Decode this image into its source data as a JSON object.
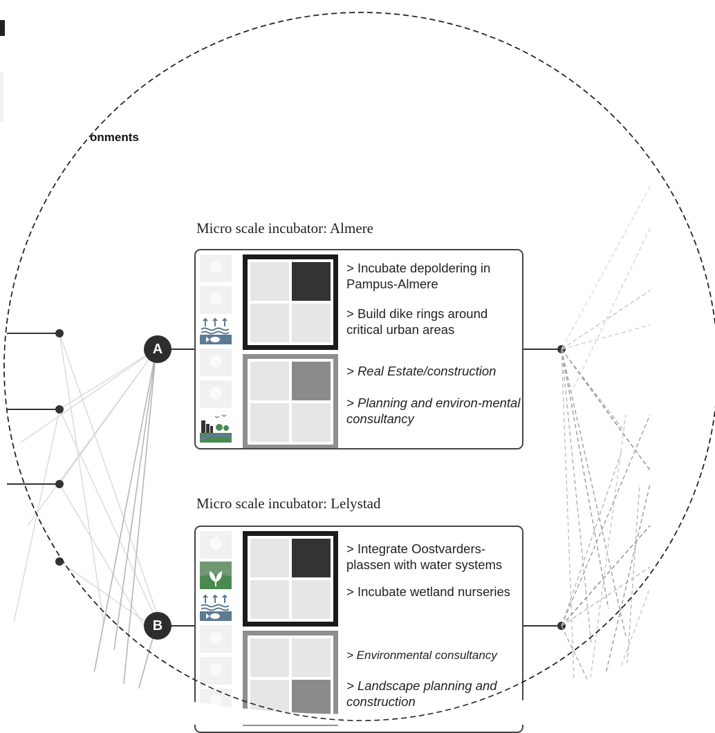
{
  "fragment_text": "onments",
  "incubators": [
    {
      "title": "Micro scale incubator: Almere",
      "badge": "A",
      "strategies": [
        "> Incubate depoldering in Pampus-Almere",
        "> Build dike rings around critical urban areas"
      ],
      "sectors": [
        "> Real Estate/construction",
        "> Planning and environ-mental consultancy"
      ]
    },
    {
      "title": "Micro scale incubator: Lelystad",
      "badge": "B",
      "strategies": [
        "> Integrate Oostvarders-plassen with water systems",
        "> Incubate wetland nurseries"
      ],
      "sectors": [
        "> Environmental consultancy",
        "> Landscape planning and construction"
      ]
    }
  ],
  "icons": {
    "water_fish": "water-fish-icon",
    "city_nature": "city-nature-icon",
    "leaf": "leaf-icon",
    "faded": "faded-icon"
  },
  "colors": {
    "dark_frame": "#1b1b1b",
    "grey_frame": "#8f8f8f",
    "dark_square": "#333333",
    "mid_square": "#8b8b8b",
    "light_square": "#e6e6e6",
    "badge": "#2d2d2d",
    "water_blue": "#5d7a93",
    "green": "#4a8a4e"
  }
}
